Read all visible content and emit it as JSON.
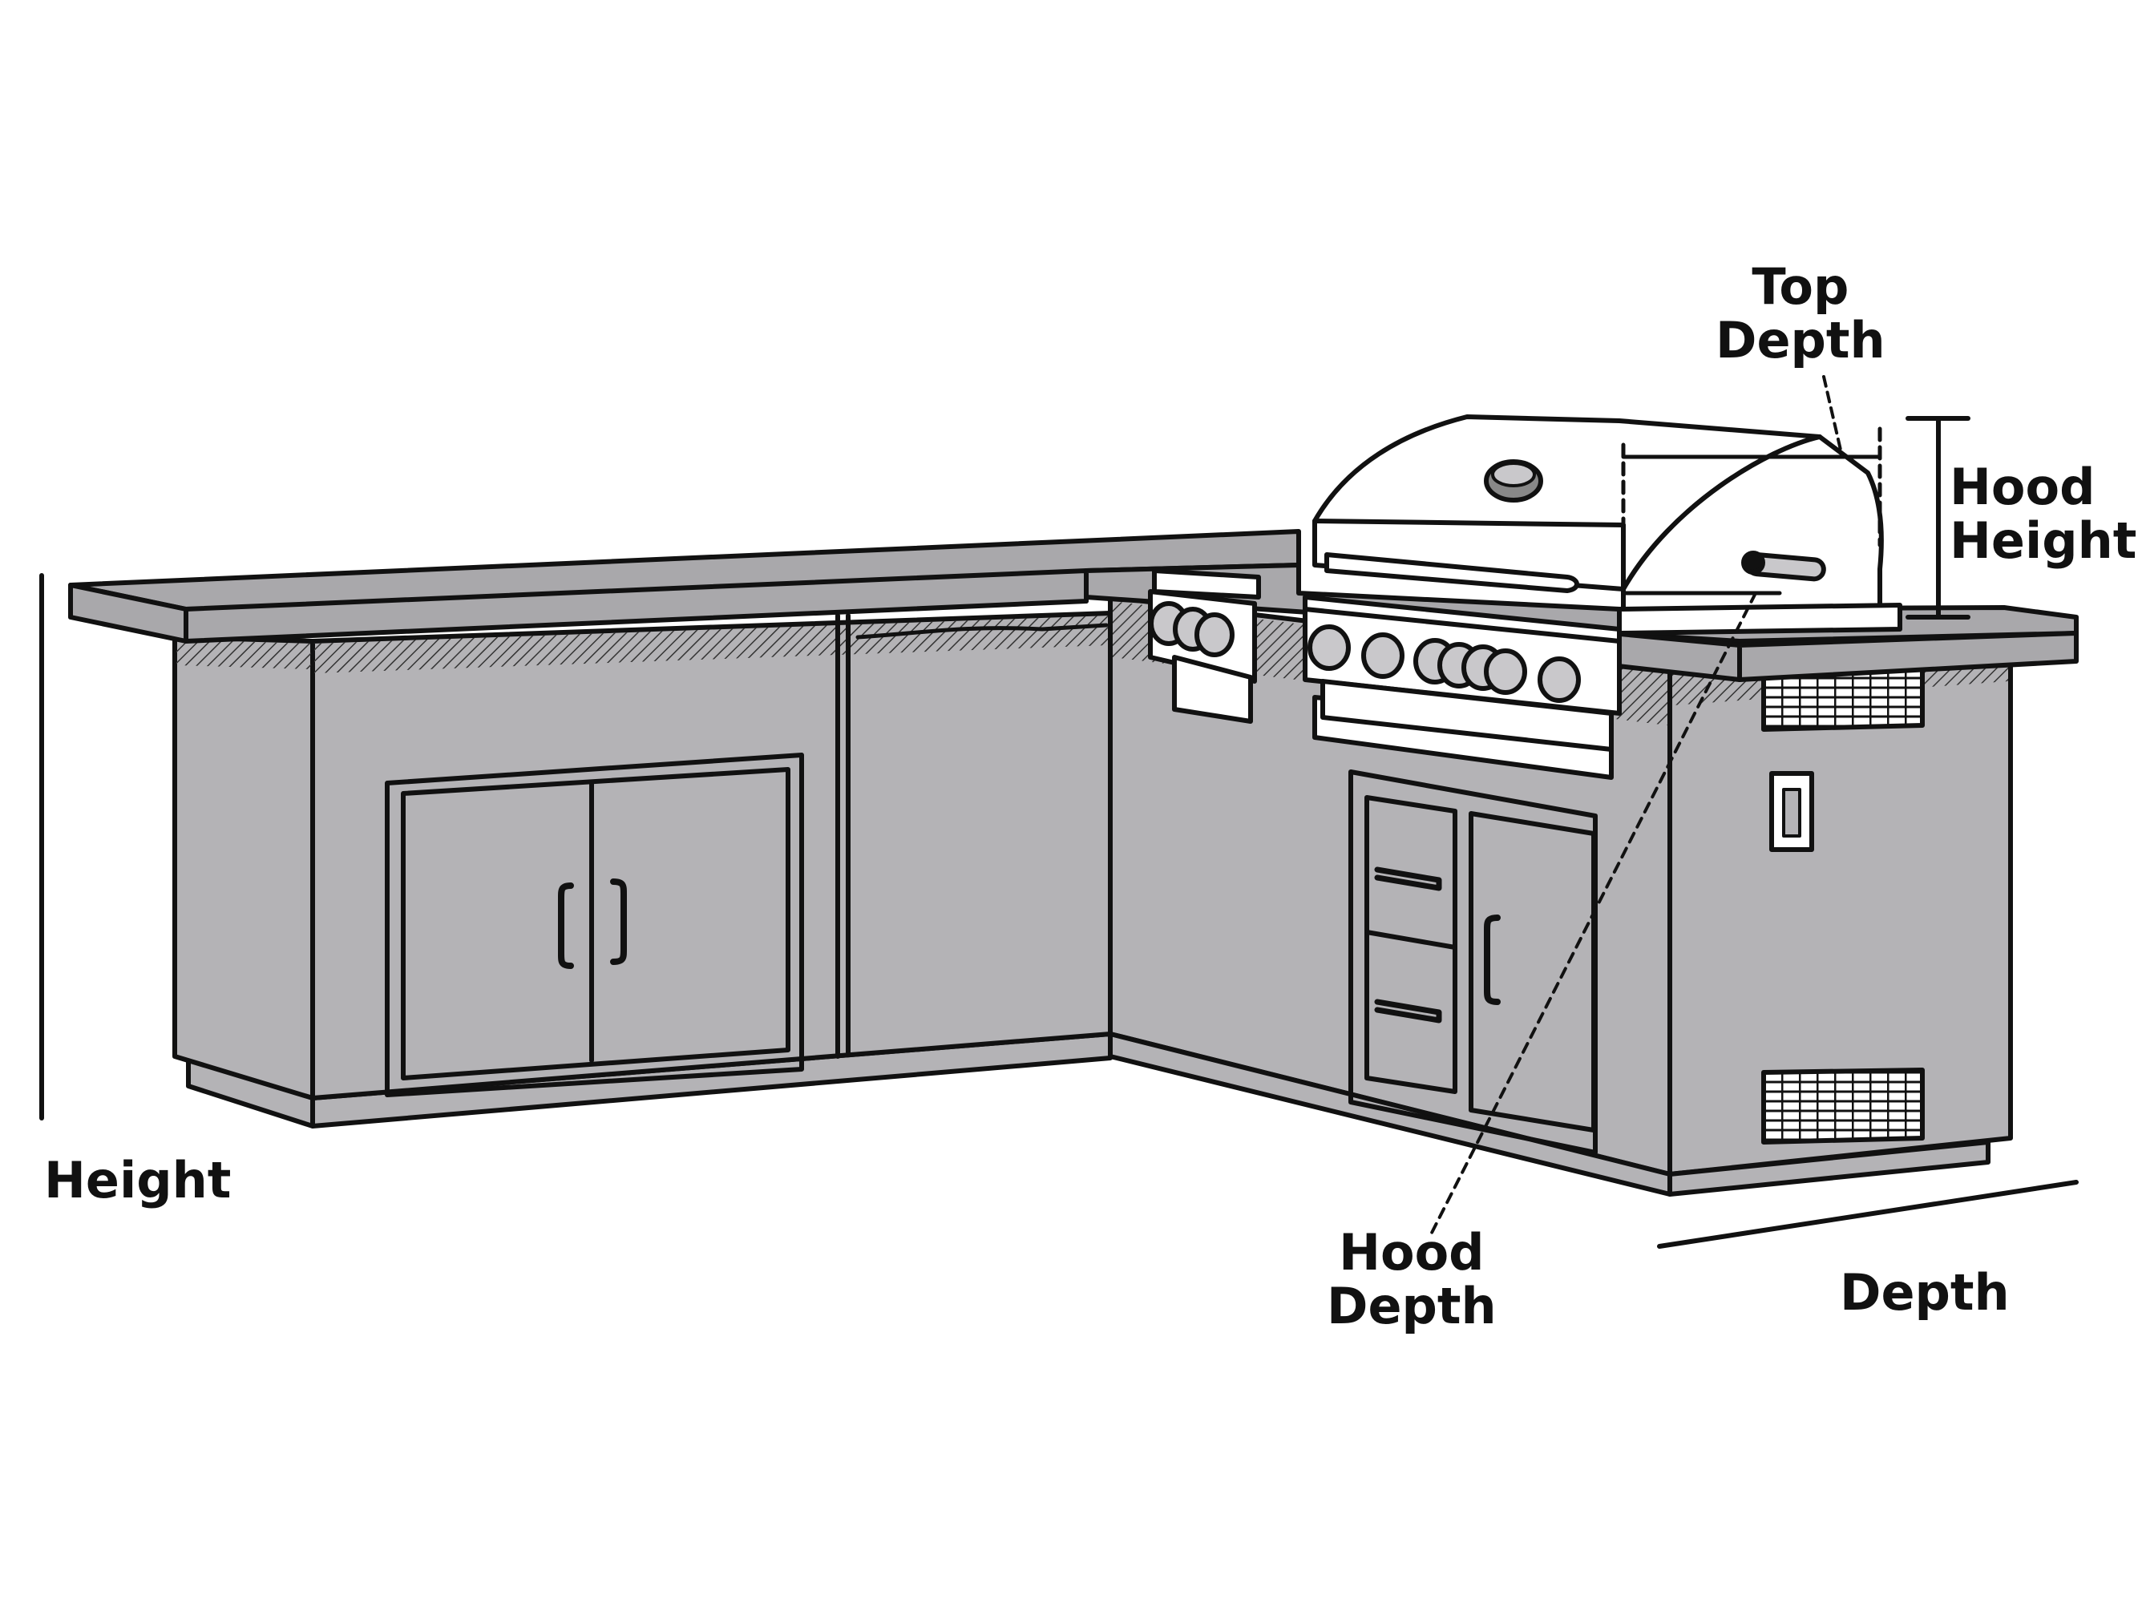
{
  "labels": {
    "height": "Height",
    "top_depth": [
      "Top",
      "Depth"
    ],
    "hood_height": [
      "Hood",
      "Height"
    ],
    "hood_depth": [
      "Hood",
      "Depth"
    ],
    "depth": "Depth"
  },
  "colors": {
    "body": "#b4b3b6",
    "countertop": "#a9a8ab",
    "metal": "#ffffff",
    "outline": "#111111",
    "knob": "#c9c8cb"
  }
}
